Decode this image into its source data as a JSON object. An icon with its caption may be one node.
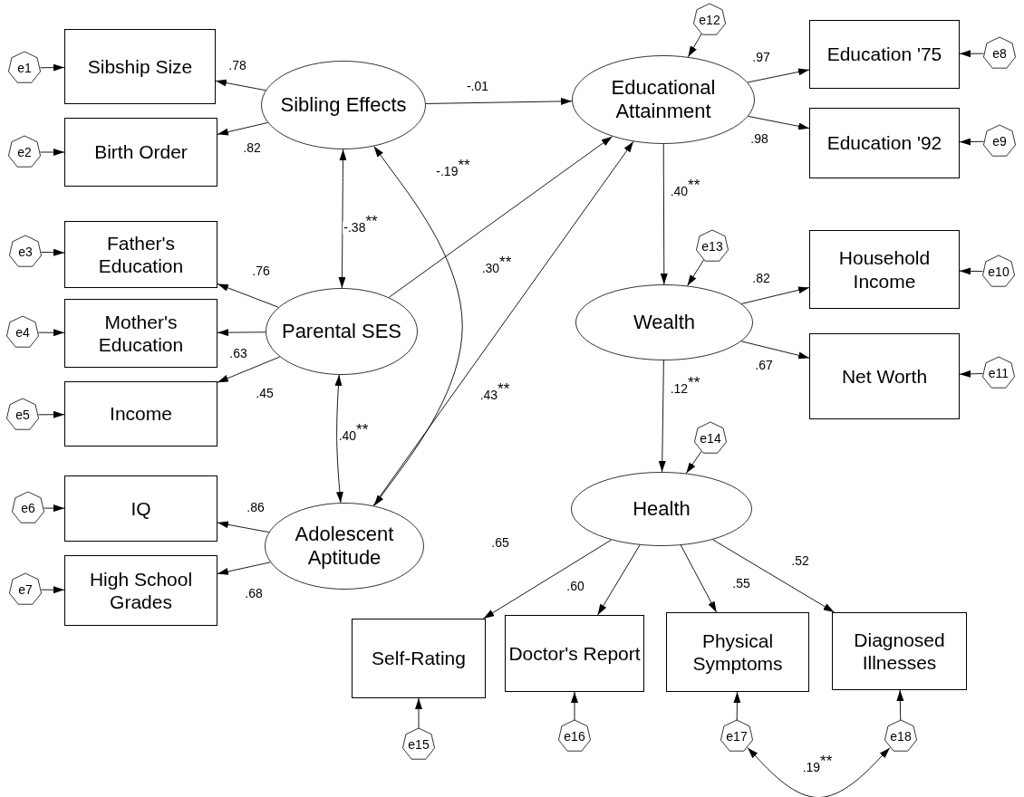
{
  "diagram": {
    "nodes": [
      {
        "text": [
          "Sibship Size"
        ]
      },
      {
        "text": [
          "Birth Order"
        ]
      },
      {
        "text": [
          "Father's Education"
        ]
      },
      {
        "text": [
          "Mother's Education"
        ]
      },
      {
        "text": [
          "Income"
        ]
      },
      {
        "text": [
          "IQ"
        ]
      },
      {
        "text": [
          "High School Grades"
        ]
      },
      {
        "text": [
          "Sibling Effects"
        ]
      },
      {
        "text": [
          "Parental SES"
        ]
      },
      {
        "text": [
          "Adolescent Aptitude"
        ]
      },
      {
        "text": [
          "Educational Attainment"
        ]
      },
      {
        "text": [
          "Education '75"
        ]
      },
      {
        "text": [
          "Education '92"
        ]
      },
      {
        "text": [
          "Wealth"
        ]
      },
      {
        "text": [
          "Household Income"
        ]
      },
      {
        "text": [
          "Net Worth"
        ]
      },
      {
        "text": [
          "Health"
        ]
      },
      {
        "text": [
          "Self-Rating"
        ]
      },
      {
        "text": [
          "Doctor's Report"
        ]
      },
      {
        "text": [
          "Physical Symptoms"
        ]
      },
      {
        "text": [
          "Diagnosed Illnesses"
        ]
      },
      {
        "text": [
          "e1"
        ]
      },
      {
        "text": [
          "e2"
        ]
      },
      {
        "text": [
          "e3"
        ]
      },
      {
        "text": [
          "e4"
        ]
      },
      {
        "text": [
          "e5"
        ]
      },
      {
        "text": [
          "e6"
        ]
      },
      {
        "text": [
          "e7"
        ]
      },
      {
        "text": [
          "e8"
        ]
      },
      {
        "text": [
          "e9"
        ]
      },
      {
        "text": [
          "e10"
        ]
      },
      {
        "text": [
          "e11"
        ]
      },
      {
        "text": [
          "e12"
        ]
      },
      {
        "text": [
          "e13"
        ]
      },
      {
        "text": [
          "e14"
        ]
      },
      {
        "text": [
          "e15"
        ]
      },
      {
        "text": [
          "e16"
        ]
      },
      {
        "text": [
          "e17"
        ]
      },
      {
        "text": [
          "e18"
        ]
      }
    ],
    "edges": [
      {
        "from": 7,
        "to": 0,
        "arrow": "to",
        "label": ".78"
      },
      {
        "from": 7,
        "to": 1,
        "arrow": "to",
        "label": ".82"
      },
      {
        "from": 8,
        "to": 2,
        "arrow": "to",
        "label": ".76"
      },
      {
        "from": 8,
        "to": 3,
        "arrow": "to",
        "label": ".63"
      },
      {
        "from": 8,
        "to": 4,
        "arrow": "to",
        "label": ".45"
      },
      {
        "from": 9,
        "to": 5,
        "arrow": "to",
        "label": ".86"
      },
      {
        "from": 9,
        "to": 6,
        "arrow": "to",
        "label": ".68"
      },
      {
        "from": 7,
        "to": 8,
        "arrow": "both",
        "label": "-.38$^{**}$"
      },
      {
        "from": 7,
        "to": 9,
        "arrow": "both",
        "label": "-.19$^{**}$"
      },
      {
        "from": 8,
        "to": 9,
        "arrow": "both",
        "label": ".40$^{**}$"
      },
      {
        "from": 7,
        "to": 10,
        "arrow": "to",
        "label": "-.01"
      },
      {
        "from": 8,
        "to": 10,
        "arrow": "to",
        "label": ".30$^{**}$"
      },
      {
        "from": 9,
        "to": 10,
        "arrow": "to",
        "label": ".43$^{**}$"
      },
      {
        "from": 10,
        "to": 11,
        "arrow": "to",
        "label": ".97"
      },
      {
        "from": 10,
        "to": 12,
        "arrow": "to",
        "label": ".98"
      },
      {
        "from": 10,
        "to": 13,
        "arrow": "to",
        "label": ".40$^{**}$"
      },
      {
        "from": 13,
        "to": 14,
        "arrow": "to",
        "label": ".82"
      },
      {
        "from": 13,
        "to": 15,
        "arrow": "to",
        "label": ".67"
      },
      {
        "from": 13,
        "to": 16,
        "arrow": "to",
        "label": ".12$^{**}$"
      },
      {
        "from": 16,
        "to": 17,
        "arrow": "to",
        "label": ".65"
      },
      {
        "from": 16,
        "to": 18,
        "arrow": "to",
        "label": ".60"
      },
      {
        "from": 16,
        "to": 19,
        "arrow": "to",
        "label": ".55"
      },
      {
        "from": 16,
        "to": 20,
        "arrow": "to",
        "label": ".52"
      },
      {
        "from": 37,
        "to": 38,
        "arrow": "both",
        "label": ".19$^{**}$"
      },
      {
        "from": 21,
        "to": 0,
        "arrow": "to"
      },
      {
        "from": 22,
        "to": 1,
        "arrow": "to"
      },
      {
        "from": 23,
        "to": 2,
        "arrow": "to"
      },
      {
        "from": 24,
        "to": 3,
        "arrow": "to"
      },
      {
        "from": 25,
        "to": 4,
        "arrow": "to"
      },
      {
        "from": 26,
        "to": 5,
        "arrow": "to"
      },
      {
        "from": 27,
        "to": 6,
        "arrow": "to"
      },
      {
        "from": 28,
        "to": 11,
        "arrow": "to"
      },
      {
        "from": 29,
        "to": 12,
        "arrow": "to"
      },
      {
        "from": 30,
        "to": 14,
        "arrow": "to"
      },
      {
        "from": 31,
        "to": 15,
        "arrow": "to"
      },
      {
        "from": 32,
        "to": 10,
        "arrow": "to"
      },
      {
        "from": 33,
        "to": 13,
        "arrow": "to"
      },
      {
        "from": 34,
        "to": 16,
        "arrow": "to"
      },
      {
        "from": 35,
        "to": 17,
        "arrow": "to"
      },
      {
        "from": 36,
        "to": 18,
        "arrow": "to"
      },
      {
        "from": 37,
        "to": 19,
        "arrow": "to"
      },
      {
        "from": 38,
        "to": 20,
        "arrow": "to"
      }
    ]
  }
}
